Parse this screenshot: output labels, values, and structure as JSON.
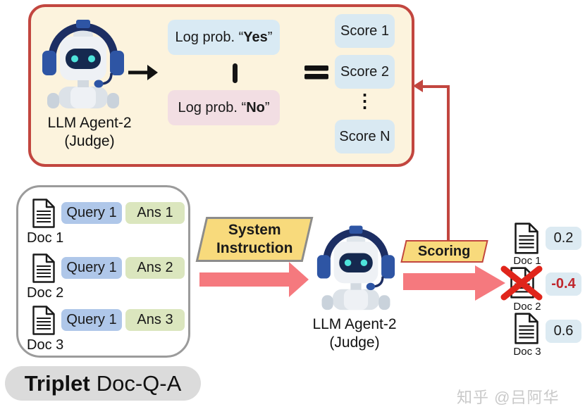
{
  "top_panel": {
    "agent_name": "LLM Agent-2",
    "agent_role": "(Judge)",
    "yes_box": {
      "prefix": "Log prob. “",
      "word": "Yes",
      "suffix": "”"
    },
    "no_box": {
      "prefix": "Log prob. “",
      "word": "No",
      "suffix": "”"
    },
    "scores": [
      "Score 1",
      "Score 2",
      "Score N"
    ],
    "ellipsis": "⋮"
  },
  "triplet_panel": {
    "rows": [
      {
        "doc": "Doc 1",
        "query": "Query 1",
        "answer": "Ans 1"
      },
      {
        "doc": "Doc 2",
        "query": "Query 1",
        "answer": "Ans 2"
      },
      {
        "doc": "Doc 3",
        "query": "Query 1",
        "answer": "Ans 3"
      }
    ],
    "caption_bold": "Triplet",
    "caption_rest": "Doc-Q-A"
  },
  "pipeline": {
    "system_instruction": {
      "line1": "System",
      "line2": "Instruction"
    },
    "judge_name": "LLM Agent-2",
    "judge_role": "(Judge)",
    "scoring_label": "Scoring"
  },
  "results": {
    "items": [
      {
        "doc": "Doc 1",
        "score": "0.2",
        "rejected": "false"
      },
      {
        "doc": "Doc 2",
        "score": "-0.4",
        "rejected": "true"
      },
      {
        "doc": "Doc 3",
        "score": "0.6",
        "rejected": "false"
      }
    ]
  },
  "watermark": "知乎 @吕阿华",
  "colors": {
    "panel_bg": "#FCF3DD",
    "panel_border": "#C2463F",
    "logprob_yes_bg": "#D9EAF4",
    "logprob_no_bg": "#F2DEE3",
    "score_box_bg": "#D9E9F2",
    "query_bg": "#AFC7E9",
    "answer_bg": "#DBE6BE",
    "tag_bg": "#F8DA7C",
    "tag_border_gray": "#8C8C8C",
    "tag_border_red": "#C2463F",
    "flow_arrow_pink": "#F5797E",
    "feedback_red": "#C2463F",
    "negative_score_text": "#C0272D",
    "cross_red": "#E0251B",
    "caption_pill_bg": "#DBDBDB",
    "robot_navy": "#1C2E63",
    "robot_blue": "#2E55A4",
    "robot_eye_cyan": "#4EE4DB"
  }
}
